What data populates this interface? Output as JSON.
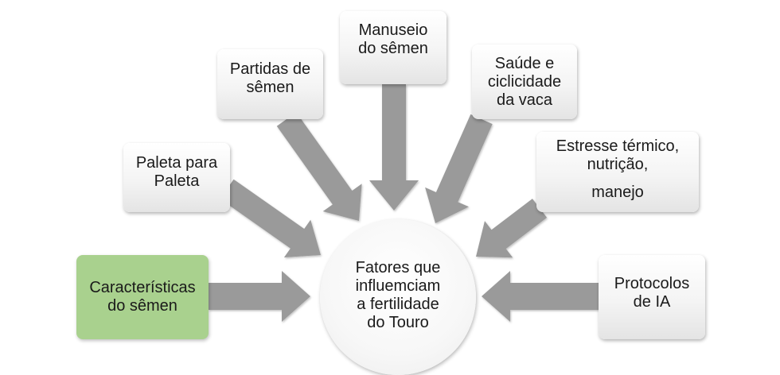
{
  "diagram": {
    "center": {
      "lines": [
        "Fatores que",
        "influemciam",
        "a fertilidade",
        "do Touro"
      ]
    },
    "factors": [
      {
        "id": "caracteristicas",
        "lines": [
          "Características",
          "do sêmen"
        ],
        "highlighted": true
      },
      {
        "id": "paleta",
        "lines": [
          "Paleta para",
          "Paleta"
        ]
      },
      {
        "id": "partidas",
        "lines": [
          "Partidas de",
          "sêmen"
        ]
      },
      {
        "id": "manuseio",
        "lines": [
          "Manuseio",
          "do sêmen"
        ]
      },
      {
        "id": "saude",
        "lines": [
          "Saúde e",
          "ciclicidade",
          "da vaca"
        ]
      },
      {
        "id": "estresse",
        "lines": [
          "Estresse térmico,",
          "nutrição,",
          "manejo"
        ]
      },
      {
        "id": "protocolos",
        "lines": [
          "Protocolos",
          "de IA"
        ]
      }
    ],
    "colors": {
      "highlight": "#a9d18e",
      "arrow": "#9a9a9a",
      "text": "#1a1a1a"
    }
  }
}
